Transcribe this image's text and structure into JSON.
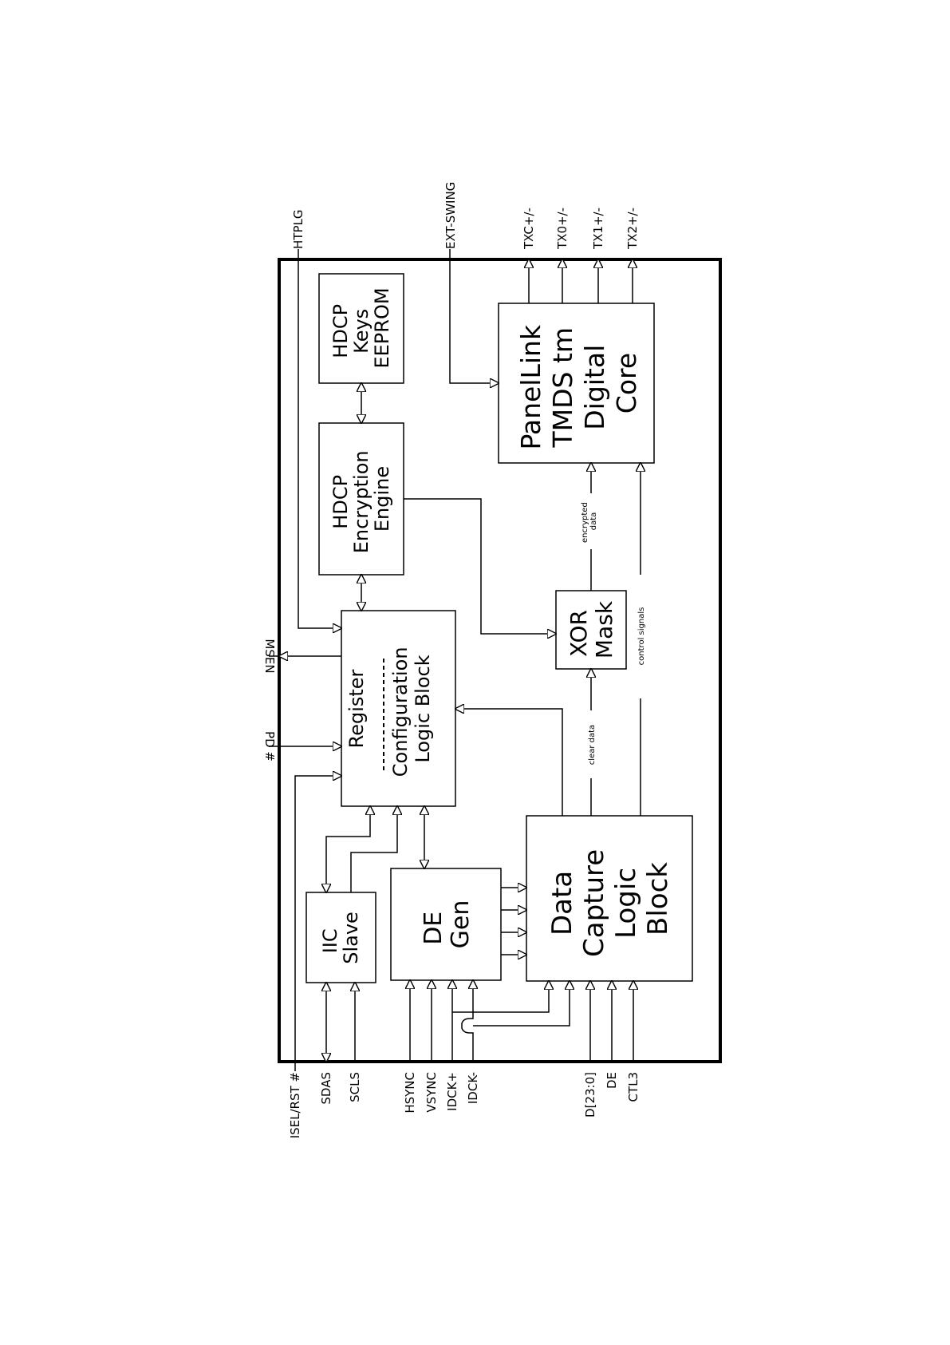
{
  "blocks": {
    "panellink": [
      "PanelLink",
      "TMDS tm",
      "Digital",
      "Core"
    ],
    "hdcp_keys": [
      "HDCP",
      "Keys",
      "EEPROM"
    ],
    "hdcp_engine": [
      "HDCP",
      "Encryption",
      "Engine"
    ],
    "xor_mask": [
      "XOR",
      "Mask"
    ],
    "register": [
      "Register",
      "Configuration",
      "Logic Block"
    ],
    "data_capture": [
      "Data",
      "Capture",
      "Logic",
      "Block"
    ],
    "de_gen": [
      "DE",
      "Gen"
    ],
    "iic_slave": [
      "IIC",
      "Slave"
    ]
  },
  "signals": {
    "htplg": "HTPLG",
    "ext_swing": "EXT-SWING",
    "txc": "TXC+/-",
    "tx0": "TX0+/-",
    "tx1": "TX1+/-",
    "tx2": "TX2+/-",
    "msen": "MSEN",
    "pd": "PD #",
    "isel_rst": "ISEL/RST #",
    "sdas": "SDAS",
    "scls": "SCLS",
    "hsync": "HSYNC",
    "vsync": "VSYNC",
    "idck_p": "IDCK+",
    "idck_n": "IDCK-",
    "d": "D[23:0]",
    "de": "DE",
    "ctl3": "CTL3"
  },
  "annotations": {
    "encrypted": [
      "encrypted",
      "data"
    ],
    "clear_data": "clear data",
    "control_signals": "control signals"
  }
}
